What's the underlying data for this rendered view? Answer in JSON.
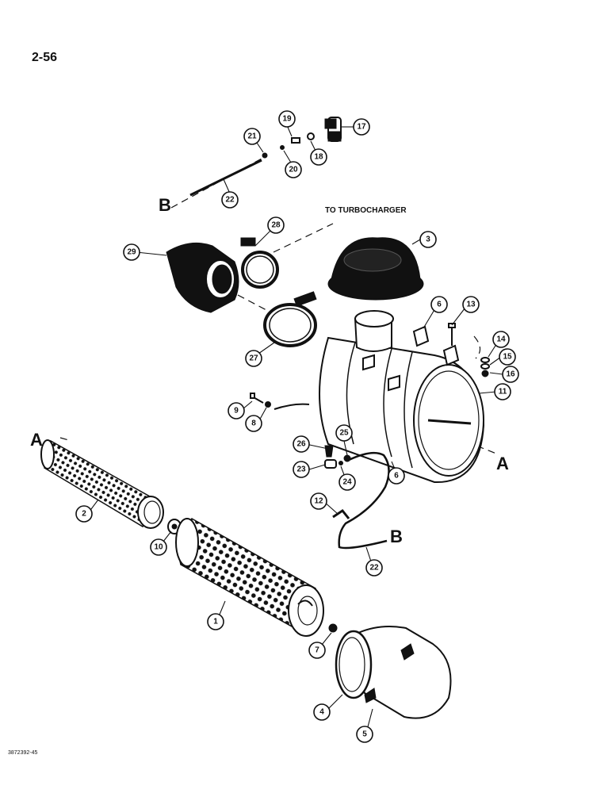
{
  "page": {
    "number": "2-56",
    "figure_code": "3872392-45"
  },
  "annotation": {
    "turbocharger": "TO TURBOCHARGER"
  },
  "refs": {
    "a": "A",
    "b": "B"
  },
  "callouts": {
    "c1": "1",
    "c2": "2",
    "c3": "3",
    "c4": "4",
    "c5": "5",
    "c6": "6",
    "c6b": "6",
    "c7": "7",
    "c8": "8",
    "c9": "9",
    "c10": "10",
    "c11": "11",
    "c12": "12",
    "c13": "13",
    "c14": "14",
    "c15": "15",
    "c16": "16",
    "c17": "17",
    "c18": "18",
    "c19": "19",
    "c20": "20",
    "c21": "21",
    "c22": "22",
    "c22b": "22",
    "c23": "23",
    "c24": "24",
    "c25": "25",
    "c26": "26",
    "c27": "27",
    "c28": "28",
    "c29": "29"
  }
}
